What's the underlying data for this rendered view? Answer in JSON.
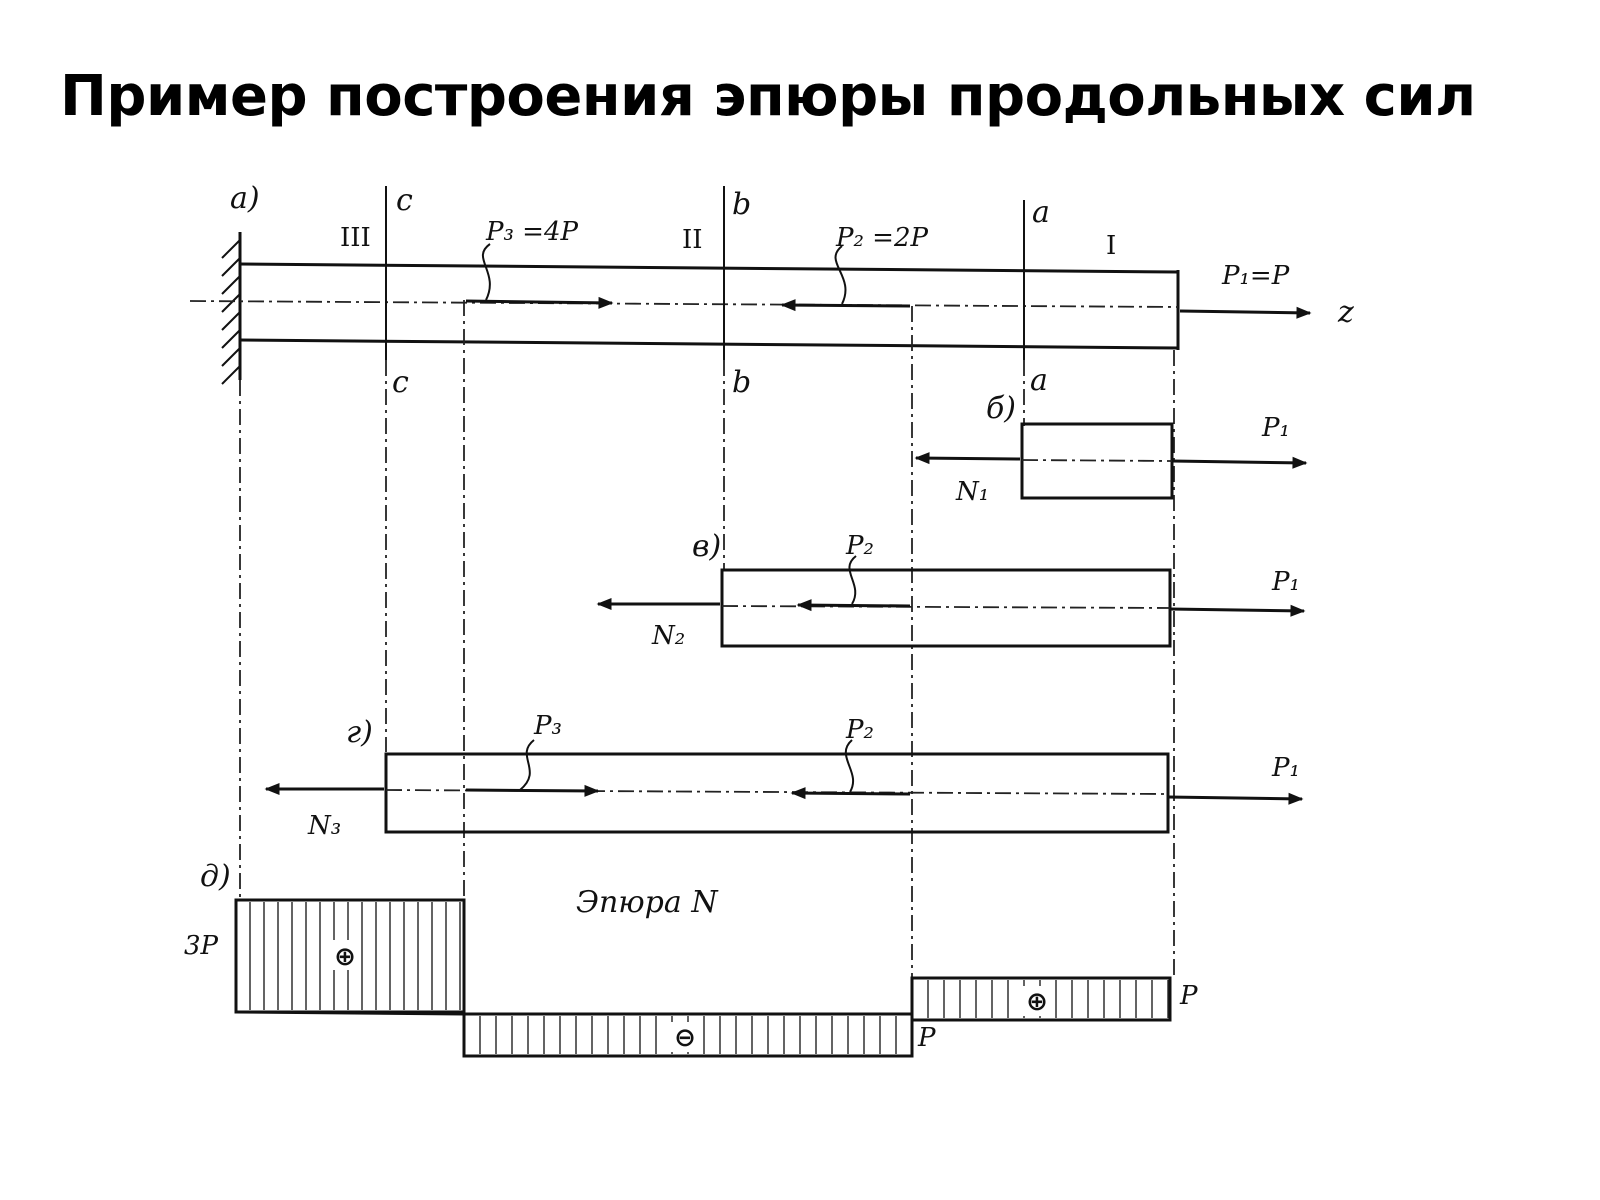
{
  "title": "Пример построения эпюры продольных сил",
  "sub_labels": {
    "a": "а)",
    "b": "б)",
    "v": "в)",
    "g": "г)",
    "d": "д)"
  },
  "sections": {
    "c_top": "c",
    "b_top": "b",
    "a_top": "a",
    "c_bot": "c",
    "b_bot": "b",
    "a_bot": "a"
  },
  "regions": {
    "r3": "III",
    "r2": "II",
    "r1": "I"
  },
  "forces": {
    "p3_eq": "P₃ =4P",
    "p2_eq": "P₂ =2P",
    "p1_eq": "P₁=P",
    "p1": "P₁",
    "p2": "P₂",
    "p3": "P₃",
    "n1": "N₁",
    "n2": "N₂",
    "n3": "N₃"
  },
  "axis": {
    "z": "z"
  },
  "epure": {
    "caption": "Эпюра N",
    "val_left": "3P",
    "val_mid": "P",
    "val_right": "P",
    "plus": "⊕",
    "minus": "⊖"
  }
}
